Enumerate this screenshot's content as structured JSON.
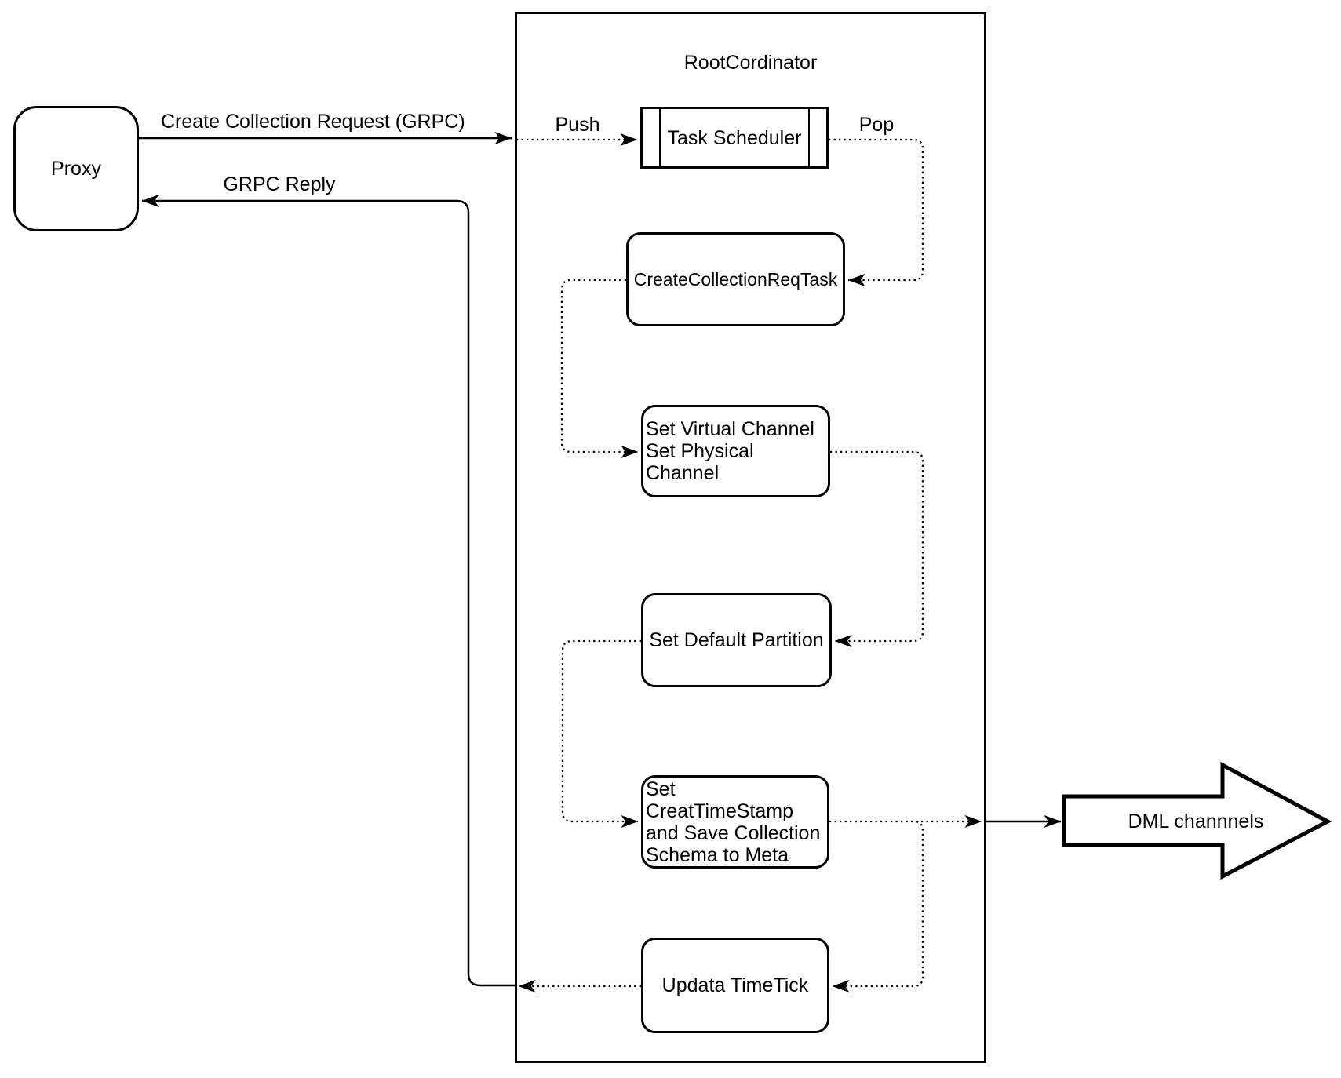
{
  "nodes": {
    "proxy": {
      "label": "Proxy"
    },
    "root_coordinator": {
      "title": "RootCordinator"
    },
    "task_scheduler": {
      "label": "Task Scheduler"
    },
    "create_collection_req_task": {
      "label": "CreateCollectionReqTask"
    },
    "set_virtual_channel": {
      "line1": "Set Virtual Channel",
      "line2": "Set Physical Channel"
    },
    "set_default_partition": {
      "label": "Set Default Partition"
    },
    "set_creat_timestamp": {
      "line1": "Set CreatTimeStamp",
      "line2": "and Save Collection",
      "line3": "Schema to Meta"
    },
    "updata_timetick": {
      "label": "Updata TimeTick"
    },
    "dml_channels": {
      "label": "DML channnels"
    }
  },
  "edge_labels": {
    "create_collection_request": "Create Collection Request (GRPC)",
    "grpc_reply": "GRPC Reply",
    "push": "Push",
    "pop": "Pop"
  },
  "colors": {
    "stroke": "#000000",
    "canvas": "#ffffff"
  }
}
